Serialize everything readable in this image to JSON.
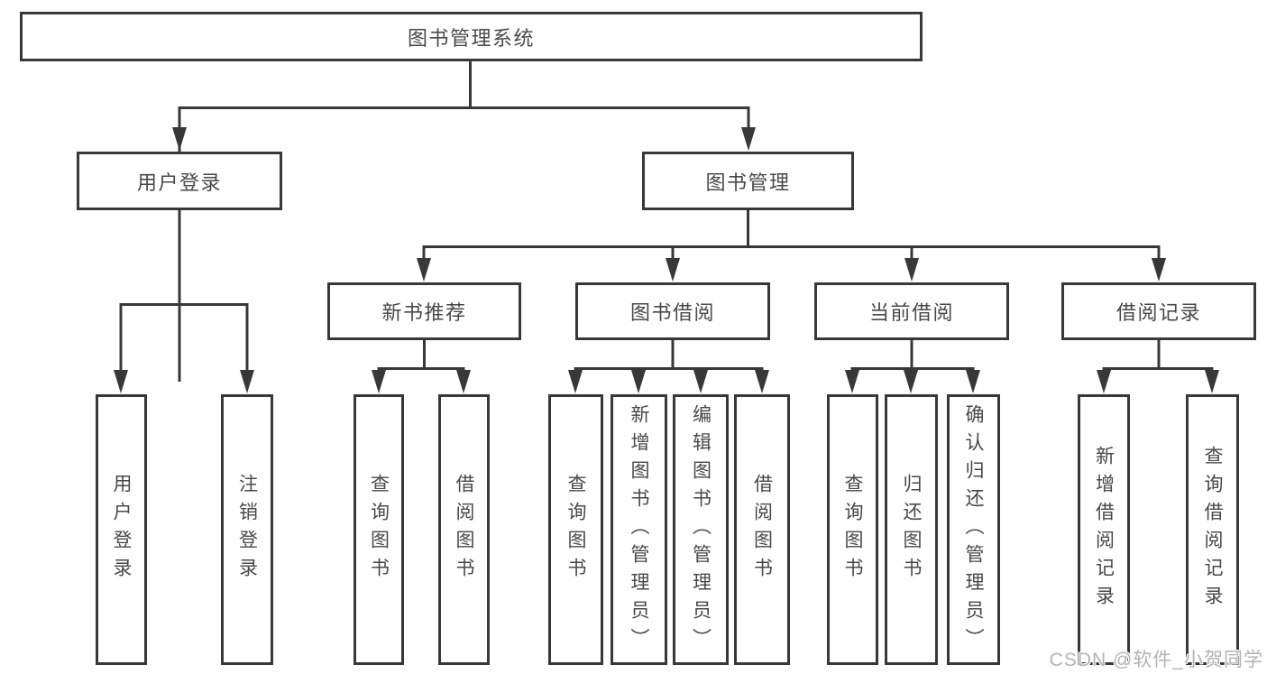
{
  "diagram": {
    "type": "hierarchy-tree",
    "root": {
      "label": "图书管理系统"
    },
    "level1": [
      {
        "label": "用户登录",
        "parent": "图书管理系统"
      },
      {
        "label": "图书管理",
        "parent": "图书管理系统"
      }
    ],
    "level2": [
      {
        "label": "新书推荐",
        "parent": "图书管理"
      },
      {
        "label": "图书借阅",
        "parent": "图书管理"
      },
      {
        "label": "当前借阅",
        "parent": "图书管理"
      },
      {
        "label": "借阅记录",
        "parent": "图书管理"
      }
    ],
    "leaves": [
      {
        "label": "用户登录",
        "parent": "用户登录"
      },
      {
        "label": "注销登录",
        "parent": "用户登录"
      },
      {
        "label": "查询图书",
        "parent": "新书推荐"
      },
      {
        "label": "借阅图书",
        "parent": "新书推荐"
      },
      {
        "label": "查询图书",
        "parent": "图书借阅"
      },
      {
        "label": "新增图书（管理员）",
        "parent": "图书借阅"
      },
      {
        "label": "编辑图书（管理员）",
        "parent": "图书借阅"
      },
      {
        "label": "借阅图书",
        "parent": "图书借阅"
      },
      {
        "label": "查询图书",
        "parent": "当前借阅"
      },
      {
        "label": "归还图书",
        "parent": "当前借阅"
      },
      {
        "label": "确认归还（管理员）",
        "parent": "当前借阅"
      },
      {
        "label": "新增借阅记录",
        "parent": "借阅记录"
      },
      {
        "label": "查询借阅记录",
        "parent": "借阅记录"
      }
    ]
  },
  "watermark": {
    "text": "CSDN @软件_小贺同学"
  },
  "colors": {
    "line": "#383838",
    "text": "#484848",
    "background": "#ffffff",
    "watermark": "#b3b3b3"
  }
}
